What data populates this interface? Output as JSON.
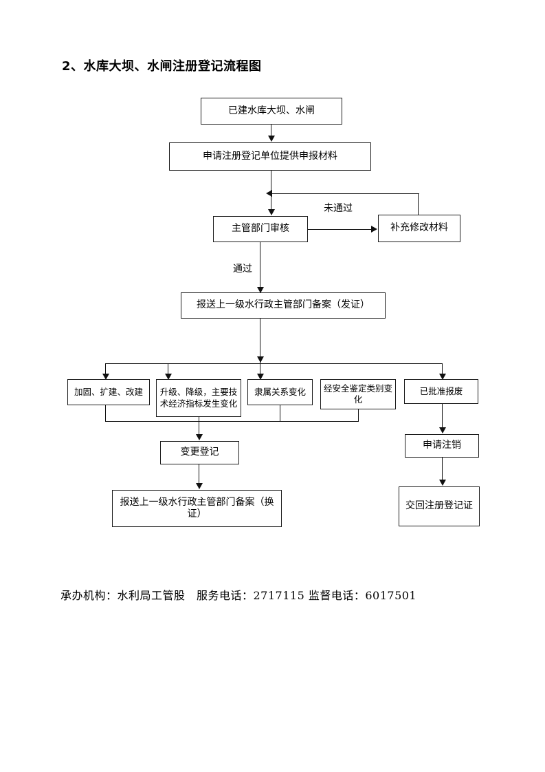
{
  "document": {
    "title": "2、水库大坝、水闸注册登记流程图",
    "footer": "承办机构：水利局工管股　服务电话：2717115 监督电话：6017501"
  },
  "chart_data": {
    "type": "diagram",
    "diagram_kind": "flowchart",
    "title": "2、水库大坝、水闸注册登记流程图",
    "orientation": "top-to-bottom",
    "nodes": [
      {
        "id": "n1",
        "label": "已建水库大坝、水闸"
      },
      {
        "id": "n2",
        "label": "申请注册登记单位提供申报材料"
      },
      {
        "id": "n3",
        "label": "主管部门审核"
      },
      {
        "id": "n4",
        "label": "补充修改材料"
      },
      {
        "id": "n5",
        "label": "报送上一级水行政主管部门备案（发证）"
      },
      {
        "id": "n6",
        "label": "加固、扩建、改建"
      },
      {
        "id": "n7",
        "label": "升级、降级，主要技术经济指标发生变化"
      },
      {
        "id": "n8",
        "label": "隶属关系变化"
      },
      {
        "id": "n9",
        "label": "经安全鉴定类别变化"
      },
      {
        "id": "n10",
        "label": "已批准报废"
      },
      {
        "id": "n11",
        "label": "变更登记"
      },
      {
        "id": "n12",
        "label": "报送上一级水行政主管部门备案（换证）"
      },
      {
        "id": "n13",
        "label": "申请注销"
      },
      {
        "id": "n14",
        "label": "交回注册登记证"
      }
    ],
    "edge_labels": {
      "fail": "未通过",
      "pass": "通过"
    },
    "edges": [
      {
        "from": "n1",
        "to": "n2",
        "label": ""
      },
      {
        "from": "n2",
        "to": "n3",
        "label": ""
      },
      {
        "from": "n3",
        "to": "n4",
        "label": ""
      },
      {
        "from": "n4",
        "to": "n2",
        "label": "未通过"
      },
      {
        "from": "n3",
        "to": "n5",
        "label": "通过"
      },
      {
        "from": "n5",
        "to": "n6",
        "label": ""
      },
      {
        "from": "n5",
        "to": "n7",
        "label": ""
      },
      {
        "from": "n5",
        "to": "n8",
        "label": ""
      },
      {
        "from": "n5",
        "to": "n9",
        "label": ""
      },
      {
        "from": "n5",
        "to": "n10",
        "label": ""
      },
      {
        "from": "n6",
        "to": "n11",
        "label": ""
      },
      {
        "from": "n7",
        "to": "n11",
        "label": ""
      },
      {
        "from": "n8",
        "to": "n11",
        "label": ""
      },
      {
        "from": "n9",
        "to": "n11",
        "label": ""
      },
      {
        "from": "n11",
        "to": "n12",
        "label": ""
      },
      {
        "from": "n10",
        "to": "n13",
        "label": ""
      },
      {
        "from": "n13",
        "to": "n14",
        "label": ""
      }
    ],
    "colors": {
      "stroke": "#111111",
      "fill": "#ffffff",
      "text": "#000000"
    }
  }
}
